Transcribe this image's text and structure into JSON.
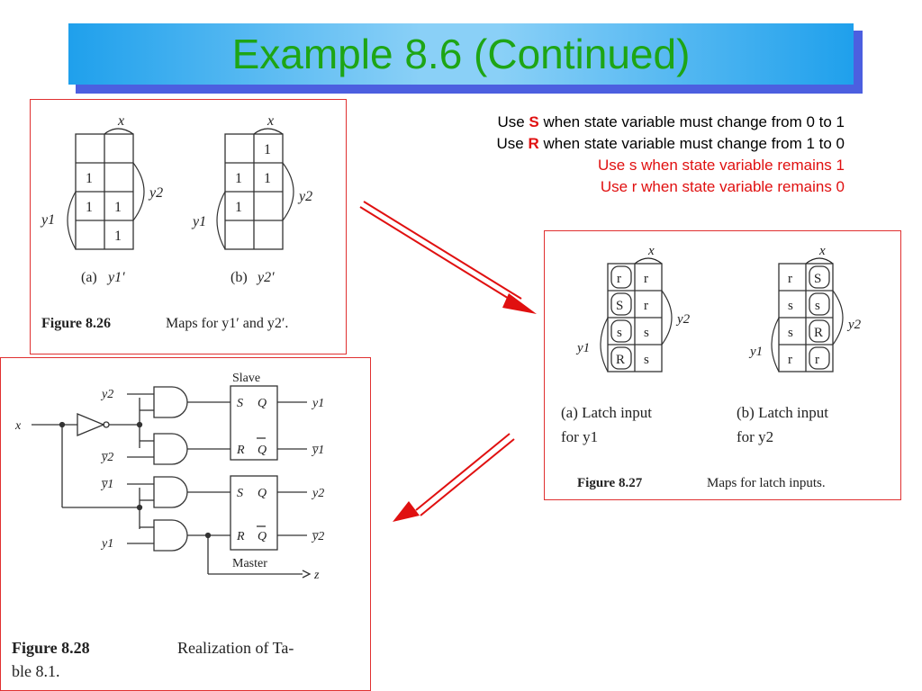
{
  "slide_title": "Example 8.6 (Continued)",
  "rules": [
    {
      "prefix": "Use ",
      "key": "S",
      "suffix": " when state variable must change from 0 to 1"
    },
    {
      "prefix": "Use ",
      "key": "R",
      "suffix": " when state variable must change from 1 to 0"
    },
    {
      "text": "Use s when state variable remains 1"
    },
    {
      "text": "Use r when state variable remains 0"
    }
  ],
  "fig826": {
    "x_label": "x",
    "y1_label": "y1",
    "y2_label": "y2",
    "map_a": {
      "cells": [
        [
          "",
          ""
        ],
        [
          "1",
          ""
        ],
        [
          "1",
          "1"
        ],
        [
          "",
          "1"
        ]
      ],
      "caption_prefix": "(a)",
      "caption_var": "y1′"
    },
    "map_b": {
      "cells": [
        [
          "",
          "1"
        ],
        [
          "1",
          "1"
        ],
        [
          "1",
          ""
        ],
        [
          "",
          ""
        ]
      ],
      "caption_prefix": "(b)",
      "caption_var": "y2′"
    },
    "caption_label": "Figure 8.26",
    "caption_text": "Maps for y1′ and y2′."
  },
  "fig827": {
    "x_label": "x",
    "y1_label": "y1",
    "y2_label": "y2",
    "map_a": {
      "cells": [
        [
          "r",
          "r"
        ],
        [
          "S",
          "r"
        ],
        [
          "s",
          "s"
        ],
        [
          "R",
          "s"
        ]
      ]
    },
    "map_b": {
      "cells": [
        [
          "r",
          "S"
        ],
        [
          "s",
          "s"
        ],
        [
          "s",
          "R"
        ],
        [
          "r",
          "r"
        ]
      ]
    },
    "caption_a": [
      "(a) Latch input",
      "for y1"
    ],
    "caption_b": [
      "(b) Latch input",
      "for y2"
    ],
    "caption_label": "Figure 8.27",
    "caption_text": "Maps for latch inputs."
  },
  "fig828": {
    "slave_label": "Slave",
    "master_label": "Master",
    "x_label": "x",
    "z_label": "z",
    "inputs": [
      "y2",
      "y̅2",
      "y̅1",
      "y1"
    ],
    "outputs": [
      "y1",
      "y̅1",
      "y2",
      "y̅2"
    ],
    "latch_pins": [
      "S",
      "Q",
      "R",
      "Q̅"
    ],
    "caption_label": "Figure 8.28",
    "caption_text_1": "Realization of Ta-",
    "caption_text_2": "ble 8.1."
  }
}
